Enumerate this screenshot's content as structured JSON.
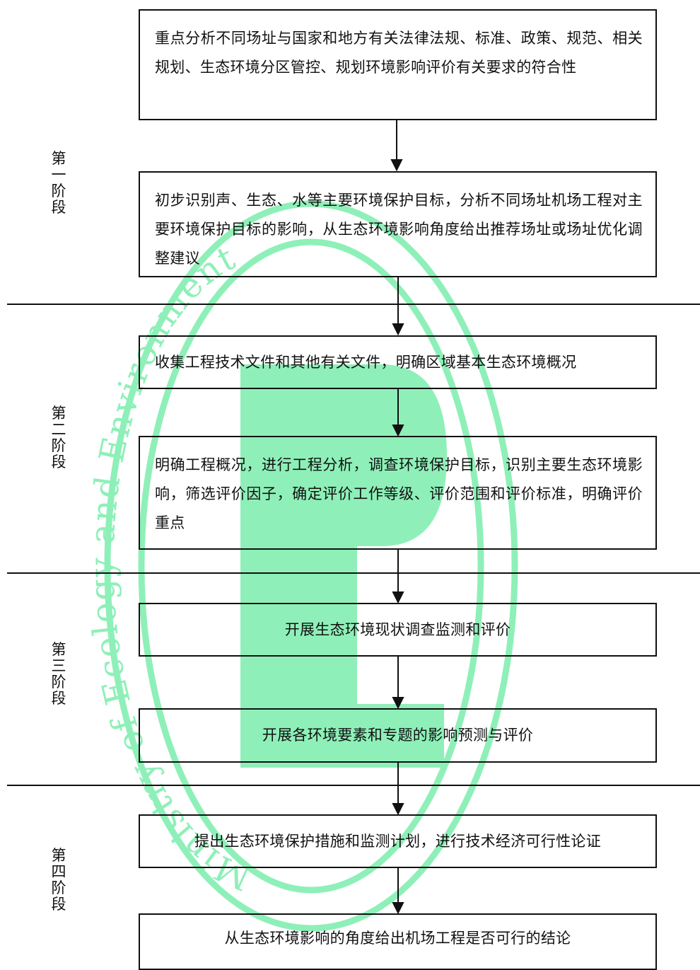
{
  "stages": [
    {
      "id": "stage-1",
      "label": "第一阶段"
    },
    {
      "id": "stage-2",
      "label": "第二阶段"
    },
    {
      "id": "stage-3",
      "label": "第三阶段"
    },
    {
      "id": "stage-4",
      "label": "第四阶段"
    }
  ],
  "steps": [
    "重点分析不同场址与国家和地方有关法律法规、标准、政策、规范、相关规划、生态环境分区管控、规划环境影响评价有关要求的符合性",
    "初步识别声、生态、水等主要环境保护目标，分析不同场址机场工程对主要环境保护目标的影响，从生态环境影响角度给出推荐场址或场址优化调整建议",
    "收集工程技术文件和其他有关文件，明确区域基本生态环境概况",
    "明确工程概况，进行工程分析，调查环境保护目标，识别主要生态环境影响，筛选评价因子，确定评价工作等级、评价范围和评价标准，明确评价重点",
    "开展生态环境现状调查监测和评价",
    "开展各环境要素和专题的影响预测与评价",
    "提出生态环境保护措施和监测计划，进行技术经济可行性论证",
    "从生态环境影响的角度给出机场工程是否可行的结论"
  ],
  "watermark": {
    "text": "Ministry of Ecology and Environment",
    "color": "#8ef0b8"
  }
}
